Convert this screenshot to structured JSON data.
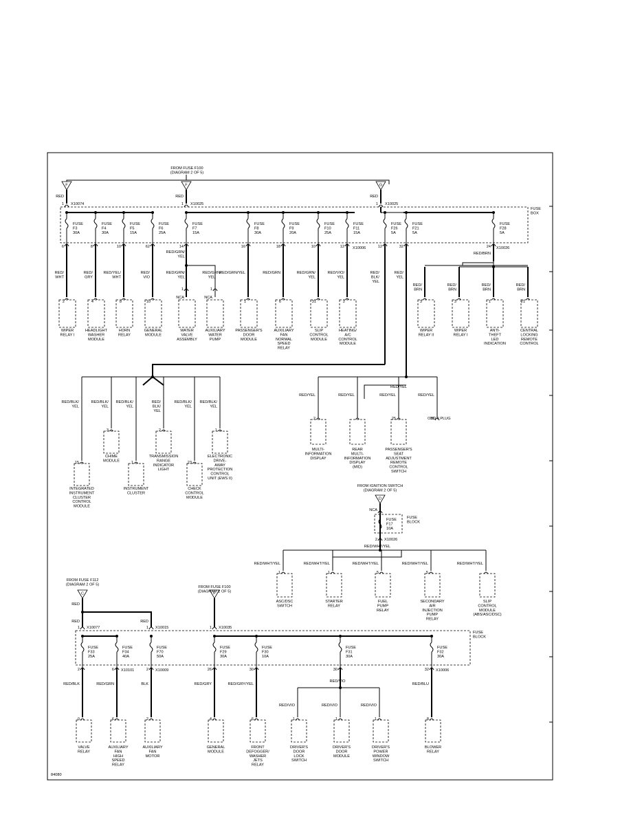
{
  "diagram": {
    "figure_id": "84080",
    "top": {
      "from_label": [
        "FROM FUSE F100",
        "(DIAGRAM 2 OF 5)"
      ],
      "sources": [
        {
          "letter": "F",
          "wire": "RED",
          "pin": "1",
          "connector": "X10074"
        },
        {
          "letter": "F",
          "wire": "RED",
          "pin": "1",
          "connector": "X10025"
        },
        {
          "letter": "G",
          "wire": "RED",
          "pin": "1",
          "connector": "X10025"
        }
      ],
      "box_label": [
        "FUSE",
        "BOX"
      ],
      "fuses": [
        {
          "name": "F3",
          "rating": "30A",
          "out_pin": "6",
          "wire": [
            "RED/",
            "WHT"
          ],
          "comp_pin": "2",
          "comp": [
            "WIPER",
            "RELAY I"
          ]
        },
        {
          "name": "F4",
          "rating": "30A",
          "out_pin": "8",
          "wire": [
            "RED/",
            "GRY"
          ],
          "comp_pin": "4",
          "comp": [
            "HEADLIGHT",
            "WASHER",
            "MODULE"
          ]
        },
        {
          "name": "F5",
          "rating": "15A",
          "out_pin": "10",
          "wire": [
            "RED/YEL/",
            "WHT"
          ],
          "comp_pin": "8",
          "comp": [
            "HORN",
            "RELAY"
          ]
        },
        {
          "name": "F6",
          "rating": "25A",
          "out_pin": "62",
          "wire": [
            "RED/",
            "VIO"
          ],
          "comp_pin": "10",
          "comp": [
            "GENERAL",
            "MODULE"
          ]
        },
        {
          "name": "F7",
          "rating": "15A",
          "out_pin": "14",
          "wire": [
            "RED/GRN/",
            "YEL"
          ],
          "comp_pin": "1",
          "comp": [
            "WATER",
            "VALVE",
            "ASSEMBLY"
          ]
        },
        {
          "name": "F8",
          "rating": "30A",
          "out_pin": "16",
          "wire": [
            "RED/GRN/YEL"
          ],
          "comp_pin": "1",
          "comp": [
            "PASSENGER'S",
            "DOOR",
            "MODULE"
          ]
        },
        {
          "name": "F9",
          "rating": "20A",
          "out_pin": "18",
          "wire": [
            "RED/GRN"
          ],
          "comp_pin": "6",
          "comp": [
            "AUXILIARY",
            "FAN",
            "NORMAL",
            "SPEED",
            "RELAY"
          ]
        },
        {
          "name": "F10",
          "rating": "25A",
          "out_pin": "10",
          "wire": [
            "RED/GRN/",
            "YEL"
          ],
          "comp_pin": "31",
          "comp": [
            "SLIP",
            "CONTROL",
            "MODULE"
          ]
        },
        {
          "name": "F11",
          "rating": "15A",
          "out_pin": "12",
          "wire": [
            "RED/VIO/",
            "YEL"
          ],
          "comp_pin": "2",
          "comp": [
            "HEATING/",
            "A/C",
            "CONTROL",
            "MODULE"
          ]
        },
        {
          "name": "F26",
          "rating": "5A",
          "out_pin": "12",
          "wire": [
            "RED/",
            "BLK/",
            "YEL"
          ]
        },
        {
          "name": "F21",
          "rating": "5A",
          "out_pin": "32",
          "wire": [
            "RED/",
            "YEL"
          ]
        },
        {
          "name": "F28",
          "rating": "5A",
          "out_pin": "24",
          "wire": [
            "RED/BRN"
          ]
        }
      ],
      "connector_x10006": "X10006",
      "connector_x10026": "X10026",
      "f7_branch": {
        "wire1": [
          "RED/GRN/",
          "YEL"
        ],
        "wire2": [
          "RED/GRN/",
          "YEL"
        ],
        "nca": "NCA",
        "pin2": "1",
        "comp2": [
          "AUXILIARY",
          "WATER",
          "PUMP"
        ]
      },
      "f28_branch": [
        {
          "wire": [
            "RED/",
            "BRN"
          ],
          "pin": "3",
          "comp": [
            "WIPER",
            "RELAY II"
          ]
        },
        {
          "wire": [
            "RED/",
            "BRN"
          ],
          "pin": "3",
          "comp": [
            "WIPER",
            "RELAY I"
          ]
        },
        {
          "wire": [
            "RED/",
            "BRN"
          ],
          "pin": "1",
          "comp": [
            "ANTI-",
            "THEFT",
            "LED",
            "INDICATION"
          ]
        },
        {
          "wire": [
            "RED/",
            "BRN"
          ],
          "pin": "21",
          "comp": [
            "CENTRAL",
            "LOCKING",
            "REMOTE",
            "CONTROL"
          ]
        }
      ]
    },
    "middle_left": [
      {
        "wire": [
          "RED/BLK/",
          "YEL"
        ],
        "pin": "15",
        "comp": [
          "INTEGRATED",
          "INSTRUMENT",
          "CLUSTER",
          "CONTROL",
          "MODULE"
        ]
      },
      {
        "wire": [
          "RED/BLK/",
          "YEL"
        ],
        "pin": "3",
        "comp": [
          "CHIME",
          "MODULE"
        ]
      },
      {
        "wire": [
          "RED/BLK/",
          "YEL"
        ],
        "pin": "1",
        "comp": [
          "INSTRUMENT",
          "CLUSTER"
        ]
      },
      {
        "wire": [
          "RED/",
          "BLK/",
          "YEL"
        ],
        "pin": "2",
        "comp": [
          "TRANSMISSION",
          "RANGE",
          "INDICATOR",
          "LIGHT"
        ]
      },
      {
        "wire": [
          "RED/BLK/",
          "YEL"
        ],
        "pin": "23",
        "comp": [
          "CHECK",
          "CONTROL",
          "MODULE"
        ]
      },
      {
        "wire": [
          "RED/BLK/",
          "YEL"
        ],
        "pin": "1",
        "comp": [
          "ELECTRONIC",
          "DRIVE-",
          "AWAY",
          "PROTECTION",
          "CONTROL",
          "UNIT (EWS II)"
        ]
      }
    ],
    "middle_right": [
      {
        "wire": [
          "RED/YEL"
        ],
        "pin": "2",
        "comp": [
          "MULTI-",
          "INFORMATION",
          "DISPLAY"
        ]
      },
      {
        "wire": [
          "RED/YEL"
        ],
        "pin": "",
        "comp": [
          "REAR",
          "MULTI-",
          "INFORMATION",
          "DISPLAY",
          "(MID)"
        ]
      },
      {
        "wire": [
          "RED/YEL"
        ],
        "pin": "25",
        "comp": [
          "PASSENGER'S",
          "SEAT",
          "ADJUSTMENT",
          "REMOTE",
          "CONTROL",
          "SWITCH"
        ]
      },
      {
        "wire": [
          "RED/YEL"
        ],
        "pin": "16",
        "comp": [
          "OBD II PLUG"
        ]
      }
    ],
    "middle_right_wire_top": "RED/YEL",
    "ignition": {
      "from": [
        "FROM IGNITION SWITCH",
        "(DIAGRAM 2 OF 5)"
      ],
      "letter": "D",
      "nca": "NCA",
      "fuse": [
        "FUSE",
        "F17",
        "10A"
      ],
      "block": [
        "FUSE",
        "BLOCK"
      ],
      "pin": "2",
      "connector": "X10026",
      "bus_wire": "RED/WHT/YEL",
      "loads": [
        {
          "wire": "RED/WHT/YEL",
          "pin": "1",
          "comp": [
            "ASC/DSC",
            "SWITCH"
          ]
        },
        {
          "wire": "RED/WHT/YEL",
          "pin": "1",
          "comp": [
            "STARTER",
            "RELAY"
          ]
        },
        {
          "wire": "RED/WHT/YEL",
          "pin": "5",
          "comp": [
            "FUEL",
            "PUMP",
            "RELAY"
          ]
        },
        {
          "wire": "RED/WHT/YEL",
          "pin": "5",
          "comp": [
            "SECONDARY",
            "AIR",
            "INJECTION",
            "PUMP",
            "RELAY"
          ]
        },
        {
          "wire": "RED/WHT/YEL",
          "pin": "",
          "comp": [
            "SLIP",
            "CONTROL",
            "MODULE",
            "(ABS/ASC/DSC)"
          ]
        }
      ]
    },
    "bottom": {
      "src_left": {
        "from": [
          "FROM FUSE F112",
          "(DIAGRAM 2 OF 5)"
        ],
        "letter": "C",
        "wire": "RED"
      },
      "src_right": {
        "from": [
          "FROM FUSE F100",
          "(DIAGRAM 2 OF 5)"
        ],
        "letter": "F"
      },
      "in_pins": [
        {
          "pin": "1",
          "conn": "X10077",
          "wire": "RED"
        },
        {
          "pin": "1",
          "conn": "X10015",
          "wire": "RED"
        },
        {
          "pin": "1",
          "conn": "X10035"
        }
      ],
      "block_label": [
        "FUSE",
        "BLOCK"
      ],
      "fuses": [
        {
          "name": "F33",
          "rating": "25A",
          "out_pin": "2",
          "wire": "RED/BLK",
          "comp_pin": "0",
          "comp": [
            "VALVE",
            "RELAY"
          ]
        },
        {
          "name": "F34",
          "rating": "40A",
          "out_pin": "6",
          "wire": "RED/GRN",
          "comp_pin": "6",
          "comp": [
            "AUXILIARY",
            "FAN",
            "HIGH",
            "SPEED",
            "RELAY"
          ]
        },
        {
          "name": "F70",
          "rating": "50A",
          "out_pin": "2",
          "wire": "BLK",
          "comp_pin": "2",
          "comp": [
            "AUXILIARY",
            "FAN",
            "MOTOR"
          ]
        },
        {
          "name": "F29",
          "rating": "30A",
          "out_pin": "26",
          "wire": "RED/GRY",
          "comp_pin": "4",
          "comp": [
            "GENERAL",
            "MODULE"
          ]
        },
        {
          "name": "F30",
          "rating": "10A",
          "out_pin": "30",
          "wire": "RED/GRY/YEL",
          "comp_pin": "6",
          "comp": [
            "FRONT",
            "DEFOGGER/",
            "WASHER",
            "JETS",
            "RELAY"
          ]
        },
        {
          "name": "F31",
          "rating": "30A",
          "out_pin": "30",
          "wire": "RED/VIO",
          "comp_pin": "",
          "comp": []
        },
        {
          "name": "F32",
          "rating": "30A",
          "out_pin": "32",
          "wire": "RED/BLU",
          "comp_pin": "8",
          "comp": [
            "BLOWER",
            "RELAY"
          ]
        }
      ],
      "out_conns": [
        "X10101",
        "X10009",
        "X10006"
      ],
      "f31_loads": [
        {
          "wire": "RED/VIO",
          "pin": "1",
          "comp": [
            "DRIVER'S",
            "DOOR",
            "LOCK",
            "SWITCH"
          ]
        },
        {
          "wire": "RED/VIO",
          "pin": "1",
          "comp": [
            "DRIVER'S",
            "DOOR",
            "MODULE"
          ]
        },
        {
          "wire": "RED/VIO",
          "pin": "1",
          "comp": [
            "DRIVER'S",
            "POWER",
            "WINDOW",
            "SWITCH"
          ]
        }
      ]
    }
  }
}
